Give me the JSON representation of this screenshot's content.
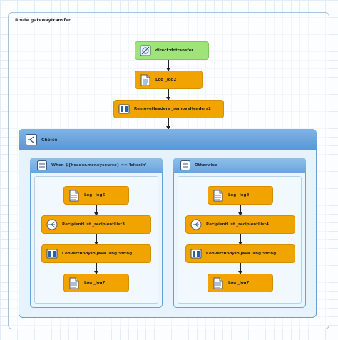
{
  "route": {
    "label": "Route gatewaytransfer"
  },
  "nodes": {
    "from": "direct:dotransfer",
    "log2": "Log _log2",
    "remove_headers": "RemoveHeaders _removeHeaders2"
  },
  "choice": {
    "label": "Choice"
  },
  "when_branch": {
    "label": "When ${header.moneysource} == 'bitcoin'",
    "log6": "Log _log6",
    "recipient": "RecipientList _recipientList3",
    "convert": "ConvertBodyTo java.lang.String",
    "log7": "Log _log7"
  },
  "otherwise_branch": {
    "label": "Otherwise",
    "log8": "Log _log8",
    "recipient": "RecipientList _recipientList4",
    "convert": "ConvertBodyTo java.lang.String",
    "log7": "Log _log7"
  },
  "icons": {
    "endpoint": "endpoint-icon",
    "log": "log-icon",
    "remove_headers": "remove-headers-icon",
    "choice": "choice-icon",
    "when": "when-icon",
    "otherwise": "otherwise-icon",
    "recipient_list": "recipient-list-icon",
    "convert_body": "convert-body-icon"
  }
}
